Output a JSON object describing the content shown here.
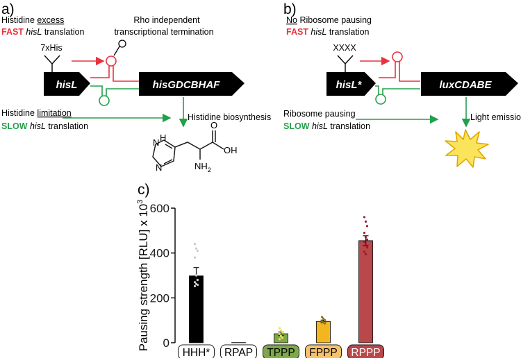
{
  "panel_a": {
    "label": "a)",
    "excess_line1": "Histidine ",
    "excess_word": "excess",
    "fast_word": "FAST ",
    "fast_gene": "hisL",
    "fast_tail": " translation",
    "his_repeat": "7xHis",
    "terminator_line1": "Rho independent",
    "terminator_line2": "transcriptional termination",
    "gene_left": "hisL",
    "gene_right": "hisGDCBHAF",
    "limit_line1": "Histidine ",
    "limit_word": "limitation",
    "slow_word": "SLOW ",
    "slow_gene": "hisL",
    "slow_tail": " translation",
    "biosynthesis": "Histidine biosynthesis",
    "chem_h": "H",
    "chem_n": "N",
    "chem_oh": "OH",
    "chem_o": "O",
    "chem_nh2": "NH",
    "chem_nh2_sub": "2"
  },
  "panel_b": {
    "label": "b)",
    "no_word": "No",
    "pausing_line": " Ribosome pausing",
    "fast_word": "FAST ",
    "fast_gene": "hisL",
    "fast_tail": " translation",
    "repeat": "XXXX",
    "gene_left": "hisL*",
    "gene_right": "luxCDABE",
    "pause_line": "Ribosome pausing",
    "slow_word": "SLOW ",
    "slow_gene": "hisL",
    "slow_tail": " translation",
    "light": "Light emission"
  },
  "colors": {
    "red": "#e8323c",
    "green": "#22a04b",
    "black": "#000000"
  },
  "chart_data": {
    "type": "bar",
    "panel_label": "c)",
    "categories": [
      "HHH*",
      "RPAP",
      "TPPP",
      "FPPP",
      "RPPP"
    ],
    "values": [
      298,
      1,
      40,
      95,
      455
    ],
    "errors": [
      37,
      0,
      8,
      6,
      22
    ],
    "bar_colors": [
      "#000000",
      "#ffffff",
      "#7ea84a",
      "#f3b520",
      "#b8484a"
    ],
    "label_fills": [
      "#ffffff",
      "#ffffff",
      "#7ea84a",
      "#f6c26b",
      "#b8484a"
    ],
    "label_text_colors": [
      "#000000",
      "#000000",
      "#000000",
      "#000000",
      "#ffffff"
    ],
    "points": [
      [
        440,
        420,
        410,
        380,
        300,
        280,
        270,
        262,
        258,
        252
      ],
      [],
      [
        65,
        55,
        48,
        40,
        30,
        22,
        16
      ],
      [
        115,
        108,
        101,
        96,
        90,
        86
      ],
      [
        560,
        540,
        520,
        490,
        470,
        460,
        450,
        440,
        425,
        405,
        395
      ]
    ],
    "point_colors": [
      "#c8c8c8",
      "#999999",
      "#f0e060",
      "#8a7a20",
      "#a01830"
    ],
    "ylabel": "Pausing strength [RLU] x 10",
    "ylabel_sup": "3",
    "ylim": [
      0,
      600
    ],
    "yticks": [
      0,
      200,
      400,
      600
    ]
  }
}
